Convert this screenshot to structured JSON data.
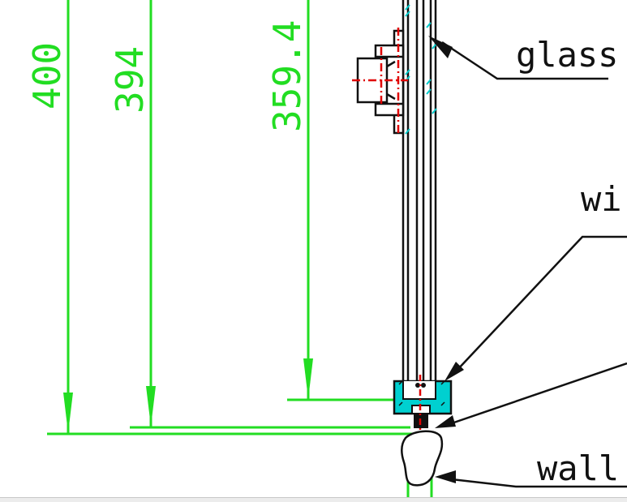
{
  "drawing": {
    "dimensions": [
      {
        "value": "400"
      },
      {
        "value": "394"
      },
      {
        "value": "359.4"
      }
    ],
    "labels": {
      "glass": "glass",
      "window_partial": "wir",
      "wall": "wall"
    },
    "colors": {
      "dimension": "#22dd22",
      "outline": "#111111",
      "centerline": "#e00000",
      "hatch": "#00cccc",
      "background": "#ffffff"
    }
  }
}
